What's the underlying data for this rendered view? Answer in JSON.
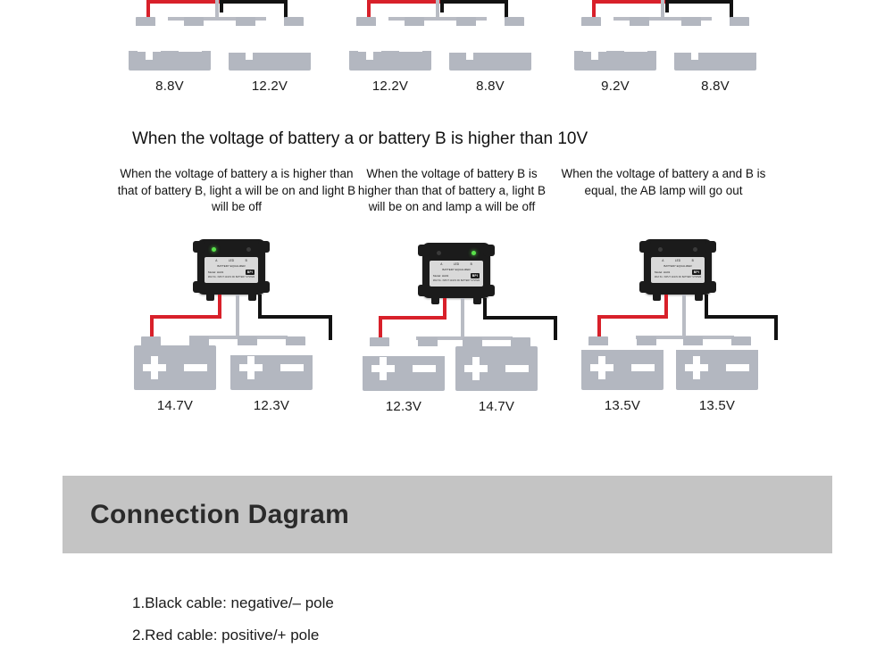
{
  "top_section": {
    "groups": [
      {
        "left_voltage": "8.8V",
        "right_voltage": "12.2V",
        "left_fill_pct": 45,
        "right_fill_pct": 40
      },
      {
        "left_voltage": "12.2V",
        "right_voltage": "8.8V",
        "left_fill_pct": 45,
        "right_fill_pct": 40
      },
      {
        "left_voltage": "9.2V",
        "right_voltage": "8.8V",
        "left_fill_pct": 45,
        "right_fill_pct": 40
      }
    ]
  },
  "heading": {
    "text": "When the voltage of battery a or battery B is higher than 10V"
  },
  "captions": [
    "When the voltage of battery a is higher than that of battery B, light a will be on and light B will be off",
    "When the voltage of battery B is higher than that of battery a, light B will be on and lamp a will be off",
    "When the voltage of battery a and B is equal, the AB lamp will go out"
  ],
  "bottom_section": {
    "groups": [
      {
        "left_voltage": "14.7V",
        "right_voltage": "12.3V",
        "left_fill_pct": 100,
        "right_fill_pct": 78,
        "led_a_on": true,
        "led_b_on": false
      },
      {
        "left_voltage": "12.3V",
        "right_voltage": "14.7V",
        "left_fill_pct": 78,
        "right_fill_pct": 100,
        "led_a_on": false,
        "led_b_on": true
      },
      {
        "left_voltage": "13.5V",
        "right_voltage": "13.5V",
        "left_fill_pct": 90,
        "right_fill_pct": 90,
        "led_a_on": false,
        "led_b_on": false
      }
    ]
  },
  "module_label": {
    "led_a": "A",
    "led_mid": "LED",
    "led_b": "B",
    "title": "BATTERY EQUALIZER",
    "model": "Model: HA01",
    "brand": "BPI",
    "fineprint": "MAX 5A · INPUT 12/24V DC BATTERY SYSTEM"
  },
  "banner": {
    "title": "Connection Dagram"
  },
  "notes": [
    "1.Black cable: negative/– pole",
    "2.Red cable: positive/+ pole"
  ],
  "colors": {
    "red_cable": "#d8202a",
    "black_cable": "#121212",
    "gray_cable": "#b9bcc4",
    "battery_gray": "#b3b7c0",
    "banner_gray": "#c4c4c4",
    "led_on": "#59e24a"
  }
}
